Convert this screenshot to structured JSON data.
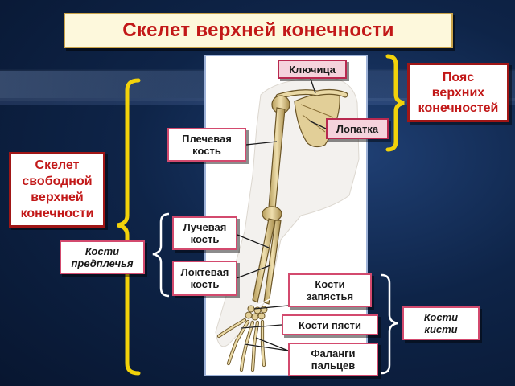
{
  "title": "Скелет верхней конечности",
  "labels": {
    "clavicle": "Ключица",
    "scapula": "Лопатка",
    "humerus": "Плечевая\nкость",
    "radius": "Лучевая\nкость",
    "ulna": "Локтевая\nкость",
    "carpals": "Кости\nзапястья",
    "metacarpals": "Кости пясти",
    "phalanges": "Фаланги\nпальцев",
    "shoulder_girdle": "Пояс\nверхних\nконечностей",
    "free_limb": "Скелет\nсвободной\nверхней\nконечности",
    "forearm": "Кости\nпредплечья",
    "hand": "Кости\nкисти"
  },
  "colors": {
    "title_text": "#c21818",
    "brace_yellow": "#f2d20a",
    "label_border": "#d34a6e",
    "bone": "#e6d29a",
    "background": "#0e2448"
  }
}
